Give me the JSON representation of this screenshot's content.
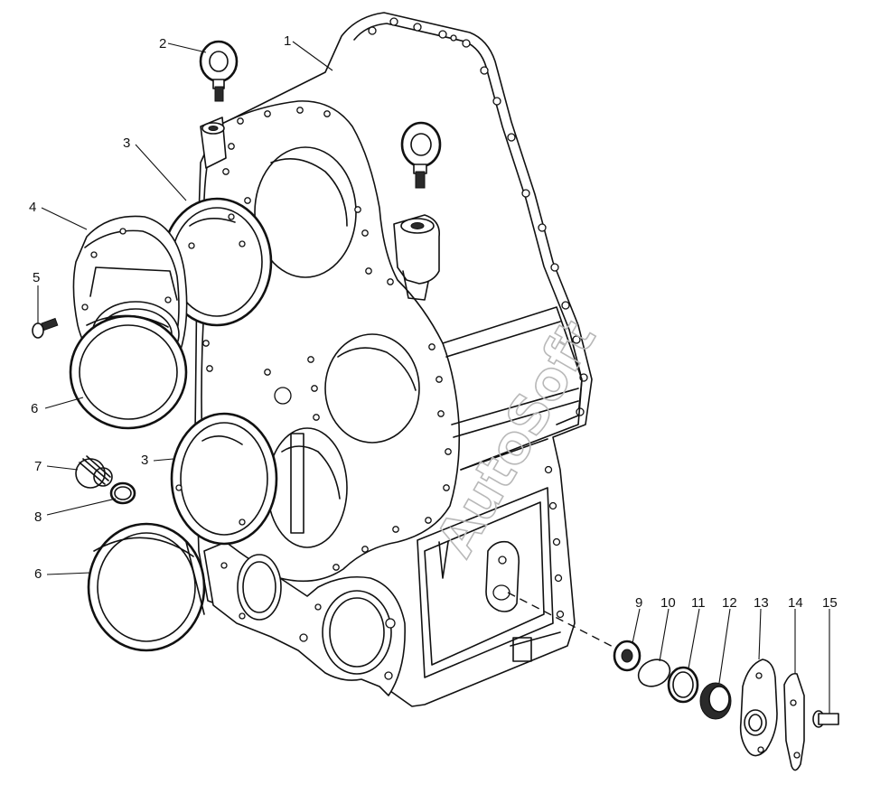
{
  "watermark": "AutoSoft",
  "callouts": {
    "c1": "1",
    "c2": "2",
    "c3a": "3",
    "c3b": "3",
    "c4": "4",
    "c5": "5",
    "c6a": "6",
    "c6b": "6",
    "c7": "7",
    "c8": "8",
    "c9": "9",
    "c10": "10",
    "c11": "11",
    "c12": "12",
    "c13": "13",
    "c14": "14",
    "c15": "15"
  },
  "colors": {
    "line": "#111111",
    "watermark": "#b8b8b8",
    "background": "#ffffff"
  }
}
